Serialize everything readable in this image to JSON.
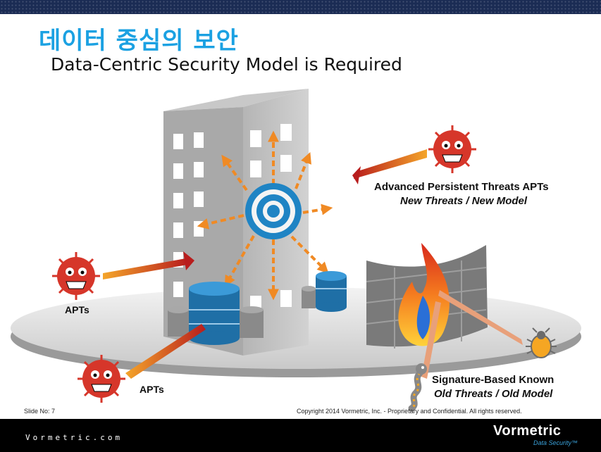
{
  "slide": {
    "title_ko": "데이터 중심의 보안",
    "title_en": "Data-Centric Security Model is Required"
  },
  "labels": {
    "apt_heading": "Advanced Persistent Threats APTs",
    "apt_subheading": "New Threats / New Model",
    "apts_left": "APTs",
    "apts_bottom": "APTs",
    "signature_heading": "Signature-Based Known",
    "signature_subheading": "Old Threats / Old Model"
  },
  "footer": {
    "slide_number": "Slide No: 7",
    "copyright": "Copyright 2014 Vormetric, Inc. - Proprietary and Confidential. All rights reserved.",
    "url": "Vormetric.com",
    "logo_name": "Vormetric",
    "logo_tagline": "Data Security™"
  },
  "colors": {
    "title_blue": "#1ba1e2",
    "target_blue": "#1f84c4",
    "arrow_orange": "#f08a24",
    "threat_red": "#d6362a",
    "footer_black": "#000000"
  },
  "icons": [
    "virus-icon",
    "target-icon",
    "database-icon",
    "firewall-icon",
    "fire-icon",
    "bug-icon",
    "worm-icon"
  ]
}
